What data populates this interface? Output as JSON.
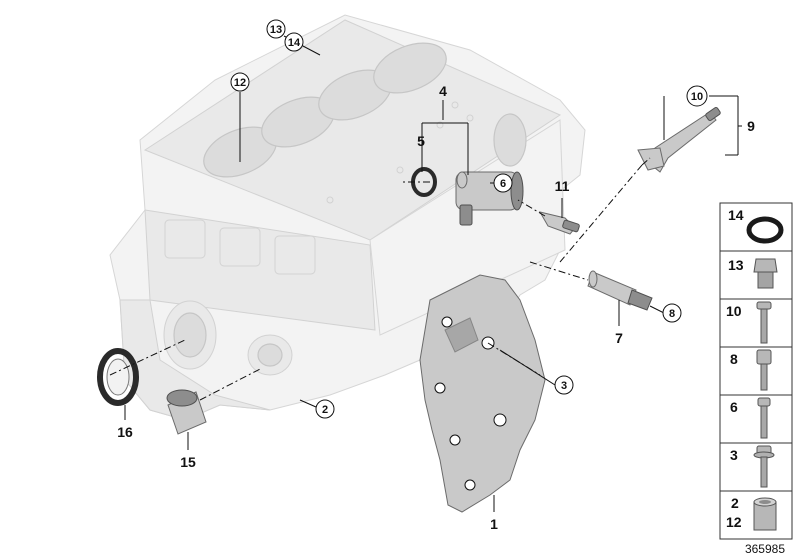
{
  "callouts": {
    "c1": "1",
    "c2": "2",
    "c3": "3",
    "c4": "4",
    "c5": "5",
    "c6": "6",
    "c7": "7",
    "c8": "8",
    "c9": "9",
    "c10": "10",
    "c11": "11",
    "c12": "12",
    "c13": "13",
    "c14": "14",
    "c15": "15",
    "c16": "16"
  },
  "legend": [
    {
      "label": "14",
      "part": "seal-ring"
    },
    {
      "label": "13",
      "part": "screw-plug"
    },
    {
      "label": "10",
      "part": "bolt"
    },
    {
      "label": "8",
      "part": "bolt"
    },
    {
      "label": "6",
      "part": "bolt"
    },
    {
      "label": "3",
      "part": "bolt-flanged"
    },
    {
      "label": "2",
      "label2": "12",
      "part": "dowel-sleeve"
    }
  ],
  "reference_number": "365985"
}
